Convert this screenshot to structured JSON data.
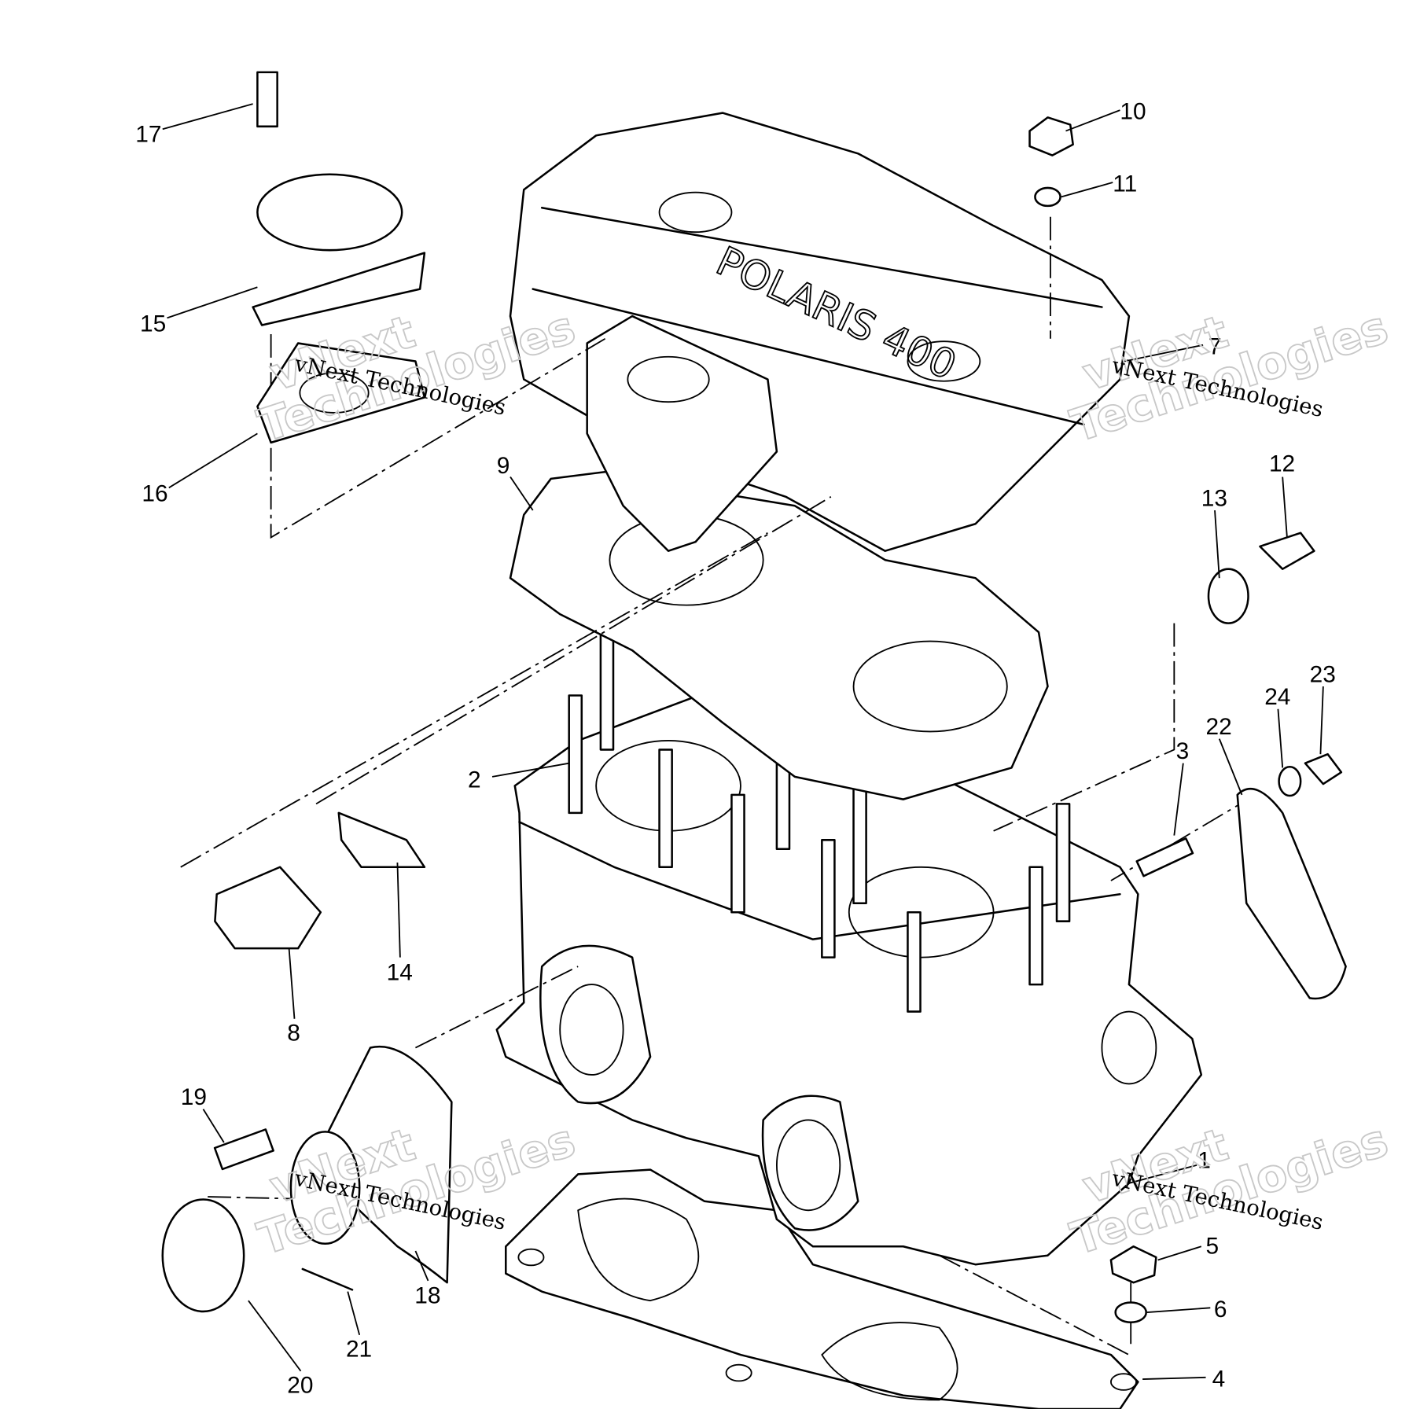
{
  "diagram": {
    "type": "exploded-parts-diagram",
    "engine_cover_marking": "POLARIS 400",
    "callouts": [
      "1",
      "2",
      "3",
      "4",
      "5",
      "6",
      "7",
      "8",
      "9",
      "10",
      "11",
      "12",
      "13",
      "14",
      "15",
      "16",
      "17",
      "18",
      "19",
      "20",
      "21",
      "22",
      "23",
      "24"
    ],
    "watermark": "vNext Technologies",
    "watermark_line1": "vNext",
    "watermark_line2": "Technologies"
  }
}
